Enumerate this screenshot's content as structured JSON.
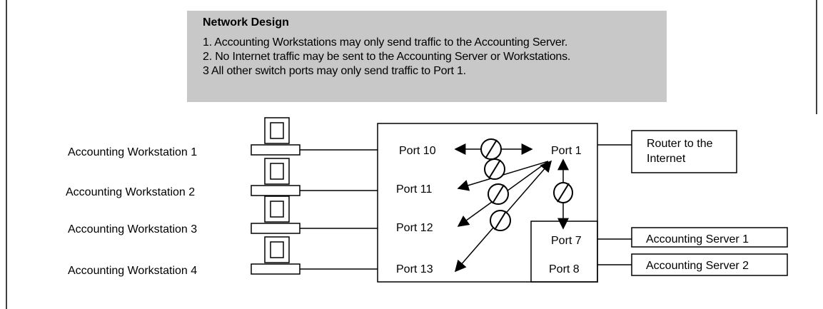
{
  "design_note": {
    "title": "Network Design",
    "lines": [
      "1. Accounting Workstations may only send traffic to the Accounting Server.",
      "2. No Internet traffic may be sent to the Accounting Server or Workstations.",
      "3 All other switch ports may only send traffic to Port 1."
    ]
  },
  "workstations": [
    {
      "label": "Accounting Workstation 1"
    },
    {
      "label": "Accounting Workstation 2"
    },
    {
      "label": "Accounting Workstation 3"
    },
    {
      "label": "Accounting Workstation 4"
    }
  ],
  "switch": {
    "left_ports": [
      "Port 10",
      "Port 11",
      "Port 12",
      "Port 13"
    ],
    "uplink_port": "Port 1",
    "server_ports": [
      "Port 7",
      "Port 8"
    ]
  },
  "router": {
    "line1": "Router to the",
    "line2": "Internet"
  },
  "servers": [
    "Accounting Server 1",
    "Accounting Server 2"
  ]
}
